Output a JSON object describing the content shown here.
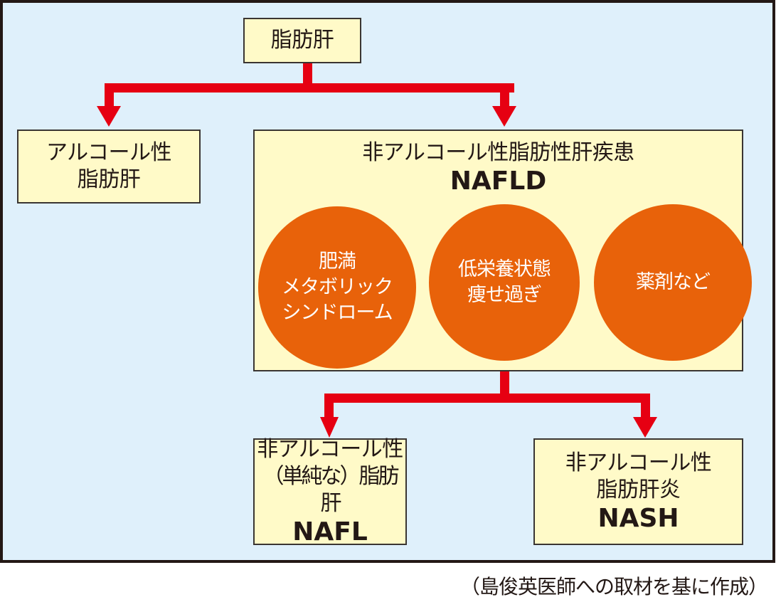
{
  "diagram": {
    "root": {
      "label": "脂肪肝"
    },
    "alcoholic": {
      "lines": [
        "アルコール性",
        "脂肪肝"
      ]
    },
    "nafld": {
      "title": "非アルコール性脂肪性肝疾患",
      "abbr": "NAFLD",
      "causes": [
        {
          "lines": [
            "肥満",
            "メタボリック",
            "シンドローム"
          ]
        },
        {
          "lines": [
            "低栄養状態",
            "痩せ過ぎ"
          ]
        },
        {
          "lines": [
            "薬剤など"
          ]
        }
      ]
    },
    "nafl": {
      "lines": [
        "非アルコール性",
        "（単純な）脂肪肝"
      ],
      "abbr": "NAFL"
    },
    "nash": {
      "lines": [
        "非アルコール性",
        "脂肪肝炎"
      ],
      "abbr": "NASH"
    },
    "source": "（島俊英医師への取材を基に作成）",
    "colors": {
      "background": "#dff0fb",
      "box_fill": "#fffac8",
      "arrow": "#e60012",
      "circle": "#e8620a",
      "frame": "#231815"
    }
  }
}
